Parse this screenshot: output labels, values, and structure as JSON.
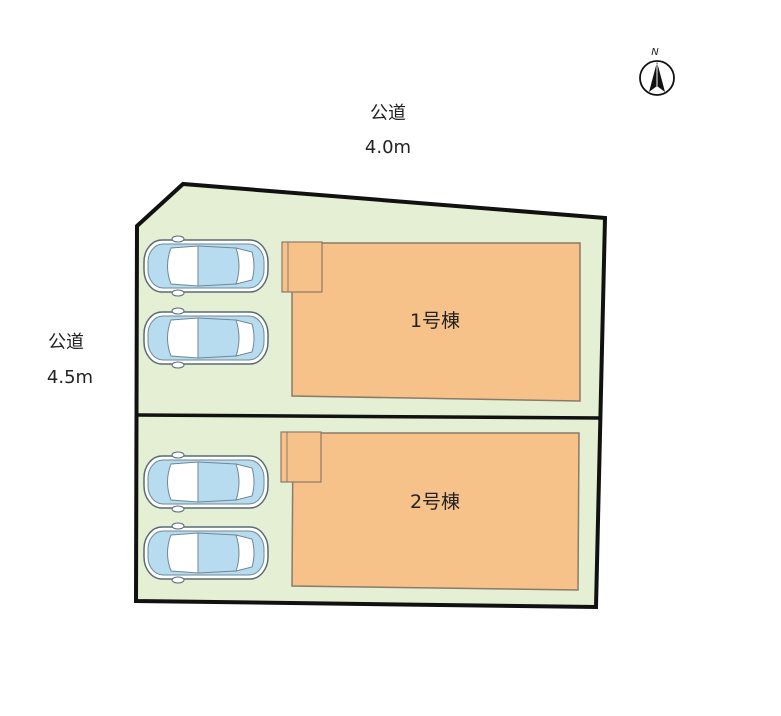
{
  "roads": {
    "north": {
      "name": "公道",
      "width": "4.0m"
    },
    "west": {
      "name": "公道",
      "width": "4.5m"
    }
  },
  "compass": {
    "label": "N",
    "icon": "north-arrow-icon"
  },
  "lots": [
    {
      "building": "1号棟",
      "parking_spaces": 2
    },
    {
      "building": "2号棟",
      "parking_spaces": 2
    }
  ],
  "colors": {
    "lot_fill": "#e4efd3",
    "building_fill": "#f7c28a",
    "car_body": "#b7dcef",
    "boundary": "#111111"
  }
}
